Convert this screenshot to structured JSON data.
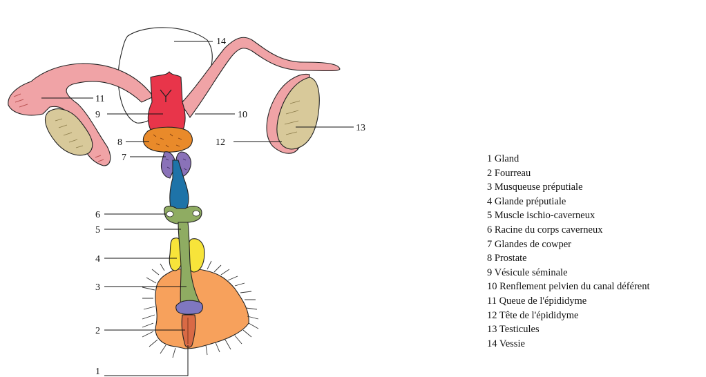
{
  "colors": {
    "duct_pink": "#f0a3a6",
    "testis_khaki": "#d8c99a",
    "seminal_vesicle_red": "#e8354a",
    "prostate_orange": "#e98a2a",
    "cowper_purple": "#8a72b8",
    "urethra_blue": "#1e73a8",
    "penis_green": "#8fac62",
    "preputial_gland_yellow": "#f7e43a",
    "sheath_orange": "#f7a15c",
    "mucosa_lavender": "#7f77c0",
    "gland_rust": "#d96a45"
  },
  "callouts": [
    {
      "id": 1,
      "number": "1"
    },
    {
      "id": 2,
      "number": "2"
    },
    {
      "id": 3,
      "number": "3"
    },
    {
      "id": 4,
      "number": "4"
    },
    {
      "id": 5,
      "number": "5"
    },
    {
      "id": 6,
      "number": "6"
    },
    {
      "id": 7,
      "number": "7"
    },
    {
      "id": 8,
      "number": "8"
    },
    {
      "id": 9,
      "number": "9"
    },
    {
      "id": 10,
      "number": "10"
    },
    {
      "id": 11,
      "number": "11"
    },
    {
      "id": 12,
      "number": "12"
    },
    {
      "id": 13,
      "number": "13"
    },
    {
      "id": 14,
      "number": "14"
    }
  ],
  "legend": [
    "1 Gland",
    "2 Fourreau",
    "3 Musqueuse préputiale",
    "4 Glande préputiale",
    "5 Muscle ischio-caverneux",
    "6 Racine du corps caverneux",
    "7 Glandes de cowper",
    "8 Prostate",
    "9 Vésicule séminale",
    "10 Renflement pelvien du canal déférent",
    "11 Queue de l'épididyme",
    "12 Tête de l'épididyme",
    "13 Testicules",
    "14 Vessie"
  ]
}
